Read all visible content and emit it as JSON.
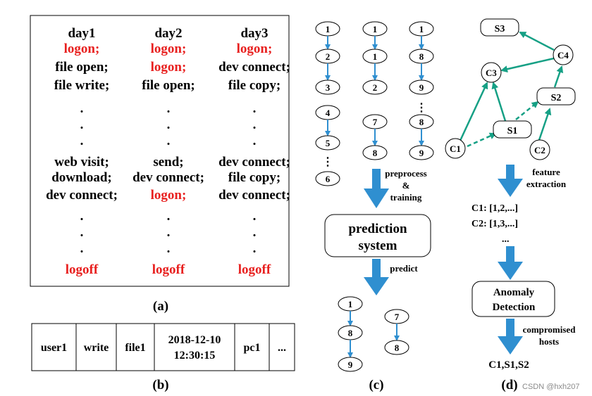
{
  "panel_a": {
    "caption": "(a)",
    "columns": [
      {
        "header": "day1",
        "lines": [
          {
            "text": "logon;",
            "red": true
          },
          {
            "text": "file open;",
            "red": false
          },
          {
            "text": "file write;",
            "red": false
          },
          {
            "text": ".",
            "red": false
          },
          {
            "text": ".",
            "red": false
          },
          {
            "text": ".",
            "red": false
          },
          {
            "text": "web visit;",
            "red": false
          },
          {
            "text": "download;",
            "red": false
          },
          {
            "text": "dev connect;",
            "red": false
          },
          {
            "text": ".",
            "red": false
          },
          {
            "text": ".",
            "red": false
          },
          {
            "text": ".",
            "red": false
          },
          {
            "text": "logoff",
            "red": true
          }
        ]
      },
      {
        "header": "day2",
        "lines": [
          {
            "text": "logon;",
            "red": true
          },
          {
            "text": "logon;",
            "red": true
          },
          {
            "text": "file open;",
            "red": false
          },
          {
            "text": ".",
            "red": false
          },
          {
            "text": ".",
            "red": false
          },
          {
            "text": ".",
            "red": false
          },
          {
            "text": "send;",
            "red": false
          },
          {
            "text": "dev connect;",
            "red": false
          },
          {
            "text": "logon;",
            "red": true
          },
          {
            "text": ".",
            "red": false
          },
          {
            "text": ".",
            "red": false
          },
          {
            "text": ".",
            "red": false
          },
          {
            "text": "logoff",
            "red": true
          }
        ]
      },
      {
        "header": "day3",
        "lines": [
          {
            "text": "logon;",
            "red": true
          },
          {
            "text": "dev connect;",
            "red": false
          },
          {
            "text": "file copy;",
            "red": false
          },
          {
            "text": ".",
            "red": false
          },
          {
            "text": ".",
            "red": false
          },
          {
            "text": ".",
            "red": false
          },
          {
            "text": "dev connect;",
            "red": false
          },
          {
            "text": "file copy;",
            "red": false
          },
          {
            "text": "dev connect;",
            "red": false
          },
          {
            "text": ".",
            "red": false
          },
          {
            "text": ".",
            "red": false
          },
          {
            "text": ".",
            "red": false
          },
          {
            "text": "logoff",
            "red": true
          }
        ]
      }
    ]
  },
  "panel_b": {
    "caption": "(b)",
    "fields": [
      "user1",
      "write",
      "file1",
      "2018-12-10\n12:30:15",
      "pc1",
      "..."
    ]
  },
  "panel_c": {
    "caption": "(c)",
    "chains": [
      [
        "1",
        "2",
        "3"
      ],
      [
        "4",
        "5",
        "6"
      ],
      [
        "1",
        "1",
        "2"
      ],
      [
        "7",
        "8"
      ],
      [
        "1",
        "8",
        "9"
      ],
      [
        "8",
        "9"
      ]
    ],
    "ellipsis": "⋮",
    "dots": "⋮",
    "step1_label": "preprocess\n&\ntraining",
    "system_label": "prediction\nsystem",
    "step2_label": "predict",
    "output_chains": [
      [
        "1",
        "8",
        "9"
      ],
      [
        "7",
        "8"
      ]
    ]
  },
  "panel_d": {
    "caption": "(d)",
    "nodes": [
      "S3",
      "C4",
      "C3",
      "S2",
      "S1",
      "C1",
      "C2"
    ],
    "step1_label": "feature\nextraction",
    "features": [
      "C1: [1,2,...]",
      "C2: [1,3,...]",
      "..."
    ],
    "detector_label": "Anomaly\nDetection",
    "step2_label": "compromised\nhosts",
    "result": "C1,S1,S2"
  },
  "watermark": "CSDN @hxh207",
  "colors": {
    "red": "#e8201f",
    "arrow_blue": "#2f8fd0",
    "edge_teal": "#16a085",
    "black": "#000000"
  }
}
